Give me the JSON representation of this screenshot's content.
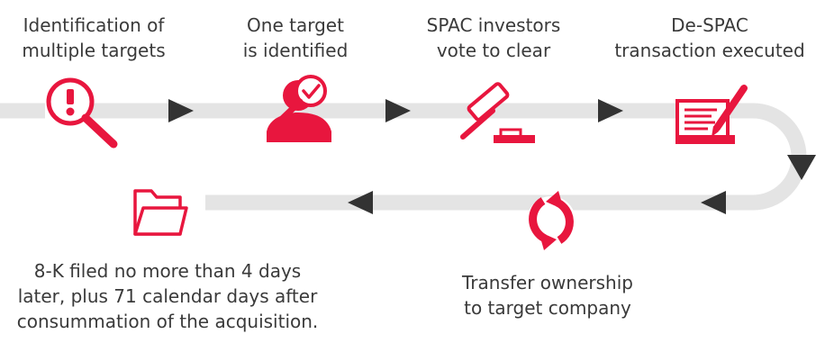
{
  "colors": {
    "track": "#e4e4e4",
    "arrow": "#333333",
    "accent": "#e8163e",
    "text": "#3a3a3a"
  },
  "steps": [
    {
      "icon": "magnifier-exclamation-icon",
      "lines": [
        "Identification of",
        "multiple targets"
      ]
    },
    {
      "icon": "person-checkmark-icon",
      "lines": [
        "One target",
        "is identified"
      ]
    },
    {
      "icon": "gavel-icon",
      "lines": [
        "SPAC investors",
        "vote to clear"
      ]
    },
    {
      "icon": "document-pen-icon",
      "lines": [
        "De-SPAC",
        "transaction executed"
      ]
    },
    {
      "icon": "circular-arrows-icon",
      "lines": [
        "Transfer ownership",
        "to target company"
      ]
    },
    {
      "icon": "folder-icon",
      "lines": [
        "8-K filed no more than 4 days",
        "later, plus 71 calendar days after",
        "consummation of the acquisition."
      ]
    }
  ]
}
